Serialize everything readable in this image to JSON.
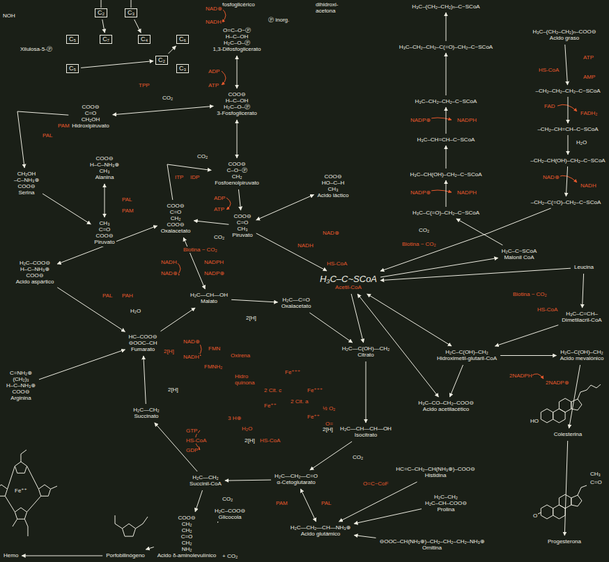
{
  "diagram": {
    "nodes": [
      {
        "text": [
          "C₂"
        ]
      },
      {
        "text": [
          "C₃"
        ]
      },
      {
        "text": [
          "C₅"
        ]
      },
      {
        "text": [
          "C₇"
        ]
      },
      {
        "text": [
          "C₄"
        ]
      },
      {
        "text": [
          "C₆"
        ]
      },
      {
        "text": [
          "C₅"
        ]
      },
      {
        "text": [
          "C₂"
        ]
      },
      {
        "text": [
          "C₃"
        ]
      },
      {
        "text": [
          "COO⊖ C=O CH₂OH",
          "Hidroxipiruvato"
        ]
      },
      {
        "text": [
          "O=C–O~Ⓟ H–C–OH H₂C–O–Ⓟ",
          "1,3-Difosfoglicerato"
        ]
      },
      {
        "text": [
          "COO⊖ H–C–OH H₂C–O–Ⓟ",
          "3-Fosfoglicerato"
        ]
      },
      {
        "text": [
          "COO⊖ C–O~Ⓟ CH₂",
          "Fosfoenolpiruvato"
        ]
      },
      {
        "text": [
          "COO⊖ C=O CH₃",
          "Piruvato"
        ]
      },
      {
        "text": [
          "COO⊖ HO–C–H CH₃",
          "Acido láctico"
        ]
      },
      {
        "text": [
          "COO⊖ H–C–NH₃⊕ CH₃",
          "Alanina"
        ]
      },
      {
        "text": [
          "CH₃ C=O COO⊖",
          "Piruvato"
        ]
      },
      {
        "text": [
          "CH₂OH –C–NH₃⊕ COO⊖",
          "Serina"
        ]
      },
      {
        "text": [
          "COO⊖ C=O CH₂ COO⊖",
          "Oxalacetato"
        ]
      },
      {
        "text": [
          "H₂C–COO⊖ H–C–NH₃⊕ COO⊖",
          "Acido aspártico"
        ]
      },
      {
        "text": [
          "H₂C—CH—OH",
          "Malato"
        ]
      },
      {
        "text": [
          "H₂C—C=O",
          "Oxalacetato"
        ]
      },
      {
        "text": [
          "HC–COO⊖ ⊖OOC–CH",
          "Fumarato"
        ]
      },
      {
        "text": [
          "H₂C—CH₂",
          "Succinato"
        ]
      },
      {
        "text": [
          "H₂C—CH₂",
          "Succinil-CoA"
        ]
      },
      {
        "text": [
          "H₂C—CH₂—C=O",
          "α-Cetoglutarato"
        ]
      },
      {
        "text": [
          "H₂C—C(OH)—CH₂",
          "Citrato"
        ]
      },
      {
        "text": [
          "H₂C—CH—CH—OH",
          "Isocitrato"
        ]
      },
      {
        "text": [
          "H₃C–C~SCoA",
          "Acetil-CoA"
        ]
      },
      {
        "text": [
          "H₂C–C~SCoA",
          "Malonil CoA"
        ]
      },
      {
        "text": [
          "H₃C–(CH₂–CH₂)ₙ–COO⊖",
          "Acido graso"
        ]
      },
      {
        "text": [
          "Leucina"
        ]
      },
      {
        "text": [
          "H₃C–C=CH–",
          "Dimetilacril-CoA"
        ]
      },
      {
        "text": [
          "H₂C–C(OH)–CH₂",
          "Hidroximetil-glutaril-CoA"
        ]
      },
      {
        "text": [
          "H₂C–C(OH)–CH₂",
          "Acido mevalónico"
        ]
      },
      {
        "text": [
          "H₃C–CO–CH₂–COO⊖",
          "Acido acetilacético"
        ]
      },
      {
        "text": [
          "Colesterina"
        ]
      },
      {
        "text": [
          "Progesterona"
        ]
      },
      {
        "text": [
          "HC=C–CH₂–CH(NH₃⊕)–COO⊖",
          "Histidina"
        ]
      },
      {
        "text": [
          "H₂C–CH₂ H₂C–CH–COO⊖",
          "Prolina"
        ]
      },
      {
        "text": [
          "⊖OOC–CH(NH₃⊕)–CH₂–CH₂–CH₂–NH₃⊕",
          "Ornitina"
        ]
      },
      {
        "text": [
          "H₂C—CH₂—CH—NH₃⊕",
          "Acido glutámico"
        ]
      },
      {
        "text": [
          "H₂C–COO⊖",
          "Glicocola"
        ]
      },
      {
        "text": [
          "COO⊖ CH₂ CH₂ C=O CH₂ NH₂",
          "Acido δ-aminolevulínico"
        ]
      },
      {
        "text": [
          "Porfobilinógeno"
        ]
      },
      {
        "text": [
          "Hemo"
        ]
      },
      {
        "text": [
          "C=NH₂⊕ (CH₂)₃ H–C–NH₃⊕ COO⊖",
          "Arginina"
        ]
      },
      {
        "text": [
          "H₃C–(CH₂–CH₂)ₙ–C~SCoA"
        ]
      },
      {
        "text": [
          "H₃C–CH₂–CH₂–C(=O)–CH₂–C~SCoA"
        ]
      },
      {
        "text": [
          "H₃C–CH₂–CH₂–C~SCoA"
        ]
      },
      {
        "text": [
          "H₃C–CH=CH–C~SCoA"
        ]
      },
      {
        "text": [
          "H₃C–CH(OH)–CH₂–C~SCoA"
        ]
      },
      {
        "text": [
          "H₃C–C(=O)–CH₂–C~SCoA"
        ]
      },
      {
        "text": [
          "–CH₂–CH₂–CH₂–C~SCoA"
        ]
      },
      {
        "text": [
          "–CH₂–CH=CH–C~SCoA"
        ]
      },
      {
        "text": [
          "–CH₂–CH(OH)–CH₂–C~SCoA"
        ]
      },
      {
        "text": [
          "–CH₂–C(=O)–CH₂–C~SCoA"
        ]
      }
    ],
    "edges": [
      {
        "from": 6,
        "to": 7,
        "arrow": "to"
      },
      {
        "from": 7,
        "to": 5,
        "arrow": "to"
      },
      {
        "from": 0,
        "to": 3,
        "arrow": "to"
      },
      {
        "from": 1,
        "to": 4,
        "arrow": "to"
      },
      {
        "from": 9,
        "to": 11,
        "arrow": "both"
      },
      {
        "from": 9,
        "to": 17,
        "arrow": "to"
      },
      {
        "from": 10,
        "to": 11,
        "arrow": "both"
      },
      {
        "from": 11,
        "to": 12,
        "arrow": "both"
      },
      {
        "from": 12,
        "to": 13,
        "arrow": "to"
      },
      {
        "from": 13,
        "to": 14,
        "arrow": "both"
      },
      {
        "from": 15,
        "to": 16,
        "arrow": "both"
      },
      {
        "from": 17,
        "to": 16,
        "arrow": "to"
      },
      {
        "from": 13,
        "to": 18,
        "arrow": "to"
      },
      {
        "from": 18,
        "to": 12,
        "arrow": "to"
      },
      {
        "from": 18,
        "to": 19,
        "arrow": "both"
      },
      {
        "from": 18,
        "to": 20,
        "arrow": "both"
      },
      {
        "from": 20,
        "to": 21,
        "arrow": "to"
      },
      {
        "from": 22,
        "to": 20,
        "arrow": "to"
      },
      {
        "from": 19,
        "to": 22,
        "arrow": "to"
      },
      {
        "from": 23,
        "to": 22,
        "arrow": "to"
      },
      {
        "from": 24,
        "to": 23,
        "arrow": "to"
      },
      {
        "from": 25,
        "to": 24,
        "arrow": "to"
      },
      {
        "from": 13,
        "to": 28,
        "arrow": "to"
      },
      {
        "from": 28,
        "to": 26,
        "arrow": "to"
      },
      {
        "from": 21,
        "to": 26,
        "arrow": "to"
      },
      {
        "from": 26,
        "to": 27,
        "arrow": "to"
      },
      {
        "from": 27,
        "to": 25,
        "arrow": "to"
      },
      {
        "from": 25,
        "to": 41,
        "arrow": "both"
      },
      {
        "from": 28,
        "to": 29,
        "arrow": "to"
      },
      {
        "from": 29,
        "to": 52,
        "arrow": "to"
      },
      {
        "from": 52,
        "to": 51,
        "arrow": "to"
      },
      {
        "from": 51,
        "to": 50,
        "arrow": "to"
      },
      {
        "from": 50,
        "to": 49,
        "arrow": "to"
      },
      {
        "from": 49,
        "to": 48,
        "arrow": "to"
      },
      {
        "from": 48,
        "to": 47,
        "arrow": "to"
      },
      {
        "from": 30,
        "to": 53,
        "arrow": "to"
      },
      {
        "from": 53,
        "to": 54,
        "arrow": "to"
      },
      {
        "from": 54,
        "to": 55,
        "arrow": "to"
      },
      {
        "from": 55,
        "to": 56,
        "arrow": "to"
      },
      {
        "from": 56,
        "to": 28,
        "arrow": "to"
      },
      {
        "from": 31,
        "to": 32,
        "arrow": "to"
      },
      {
        "from": 31,
        "to": 28,
        "arrow": "to"
      },
      {
        "from": 32,
        "to": 33,
        "arrow": "to"
      },
      {
        "from": 28,
        "to": 33,
        "arrow": "both"
      },
      {
        "from": 33,
        "to": 34,
        "arrow": "to"
      },
      {
        "from": 33,
        "to": 35,
        "arrow": "to"
      },
      {
        "from": 34,
        "to": 36,
        "arrow": "to"
      },
      {
        "from": 36,
        "to": 37,
        "arrow": "to"
      },
      {
        "from": 38,
        "to": 41,
        "arrow": "to"
      },
      {
        "from": 39,
        "to": 41,
        "arrow": "to"
      },
      {
        "from": 40,
        "to": 41,
        "arrow": "to"
      },
      {
        "from": 24,
        "to": 43,
        "arrow": "to"
      },
      {
        "from": 42,
        "to": 43,
        "arrow": "to"
      },
      {
        "from": 43,
        "to": 44,
        "arrow": "to"
      },
      {
        "from": 44,
        "to": 45,
        "arrow": "to"
      },
      {
        "from": 46,
        "to": 22,
        "arrow": "to"
      },
      {
        "from": 28,
        "to": 35,
        "arrow": "both"
      }
    ],
    "labels": [
      "NOH",
      "Xilulosa-5-Ⓟ",
      "fosfoglicérico",
      "Ⓟ inorg.",
      "dihidroxi-acetona",
      "TPP",
      "CO₂",
      "NAD⊕",
      "NADH",
      "ADP",
      "ATP",
      "PAM",
      "PAL",
      "PAL",
      "PAM",
      "ITP",
      "IDP",
      "CO₂",
      "ADP",
      "ATP",
      "CO₂",
      "Biotina ~ CO₂",
      "NADH",
      "NAD⊕",
      "PAL",
      "PAH",
      "NADH",
      "NAD⊕",
      "NADPH",
      "NADP⊕",
      "H₂O",
      "2[H]",
      "2[H]",
      "NAD⊕",
      "NADH",
      "FMN",
      "FMNH₂",
      "Oxirena",
      "Hidro quinona",
      "Fe⁺⁺⁺",
      "2 Cit. c",
      "Fe⁺⁺",
      "Fe⁺⁺⁺",
      "2 Cit. a",
      "Fe⁺⁺",
      "½ O₂",
      "O=",
      "3 H⊕",
      "H₂O",
      "2[H]",
      "HS-CoA",
      "2[H]",
      "GTP",
      "HS-CoA",
      "GDP",
      "CO₂",
      "2[H]",
      "CO₂",
      "HS-CoA",
      "PAM",
      "PAL",
      "O=C~CoF",
      "+ CO₂",
      "Biotina ~ CO₂",
      "CO₂",
      "NADP⊕",
      "NADPH",
      "NADP⊕",
      "NADPH",
      "ATP",
      "HS-CoA",
      "AMP",
      "FAD",
      "FADH₂",
      "H₂O",
      "NAD⊕",
      "NADH",
      "Biotina ~ CO₂",
      "HS-CoA",
      "2NADPH",
      "2NADP⊕",
      "HO",
      "O",
      "CH₃",
      "C=O",
      "Fe⁺⁺"
    ]
  }
}
